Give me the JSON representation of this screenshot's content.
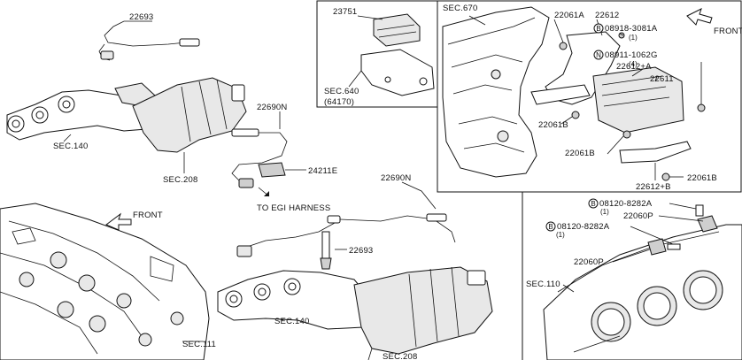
{
  "labels": {
    "l22693_top": "22693",
    "sec140_top": "SEC.140",
    "sec208_top": "SEC.208",
    "l22690N_top": "22690N",
    "l24211E": "24211E",
    "to_egi": "TO EGI HARNESS",
    "l22690N_mid": "22690N",
    "l22693_mid": "22693",
    "sec140_bot": "SEC.140",
    "sec111": "SEC.111",
    "sec208_bot": "SEC.208",
    "front_left": "FRONT",
    "l23751": "23751",
    "sec640": "SEC.640",
    "sec640_sub": "(64170)",
    "sec670": "SEC.670",
    "l22061A": "22061A",
    "l22612": "22612",
    "b08918": "08918-3081A",
    "b08918_qty": "(1)",
    "front_right": "FRONT",
    "n08911": "08911-1062G",
    "n08911_qty": "(4)",
    "l22612A": "22612+A",
    "l22611": "22611",
    "l22061B_1": "22061B",
    "l22061B_2": "22061B",
    "l22061B_3": "22061B",
    "l22612B": "22612+B",
    "b08120_1": "08120-8282A",
    "b08120_1_qty": "(1)",
    "l22060P_1": "22060P",
    "b08120_2": "08120-8282A",
    "b08120_2_qty": "(1)",
    "l22060P_2": "22060P",
    "sec110": "SEC.110",
    "circle_b": "B",
    "circle_n": "N"
  }
}
